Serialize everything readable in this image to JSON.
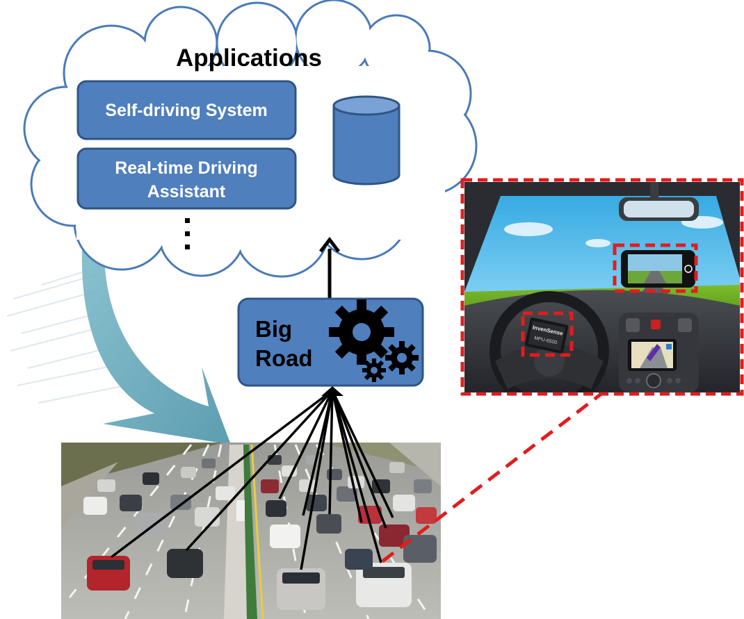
{
  "cloud": {
    "title": "Applications",
    "app_boxes": [
      {
        "label": "Self-driving System"
      },
      {
        "label_line1": "Real-time Driving",
        "label_line2": "Assistant"
      }
    ],
    "ellipsis": "⋮"
  },
  "big_road": {
    "line1": "Big",
    "line2": "Road"
  },
  "chip": {
    "brand": "InvenSense",
    "model": "MPU-6500"
  },
  "colors": {
    "box_fill": "#4f7fbd",
    "box_stroke": "#2f5585",
    "cloud_stroke": "#4a7ab8",
    "arrow_teal": "#5a9fb3",
    "highlight_dash": "#e11d1d"
  },
  "icons": [
    "gears-icon",
    "database-icon",
    "phone-icon",
    "gps-screen-icon",
    "imu-chip-icon"
  ]
}
